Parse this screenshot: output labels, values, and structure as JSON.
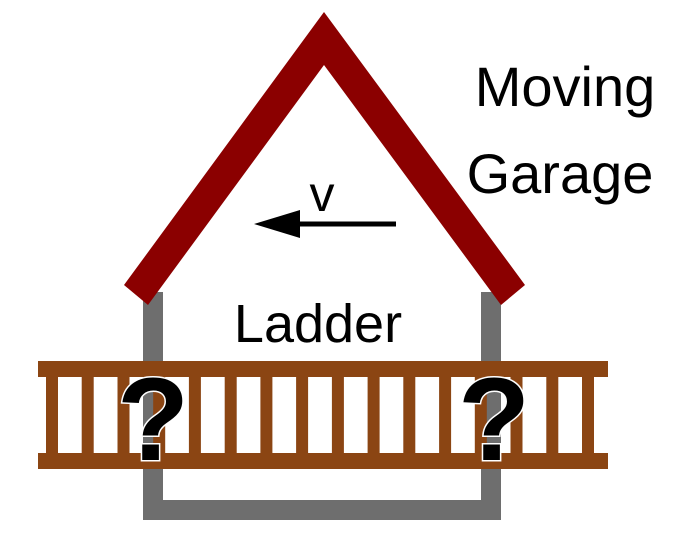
{
  "labels": {
    "title_line1": "Moving",
    "title_line2": "Garage",
    "velocity": "v",
    "ladder": "Ladder",
    "question_left": "?",
    "question_right": "?"
  },
  "colors": {
    "roof": "#8b0000",
    "ladder": "#8b4513",
    "garage_frame": "#6e6e6e",
    "arrow": "#000000",
    "text": "#000000"
  },
  "ladder": {
    "rung_count": 16
  },
  "arrow": {
    "direction": "left"
  }
}
